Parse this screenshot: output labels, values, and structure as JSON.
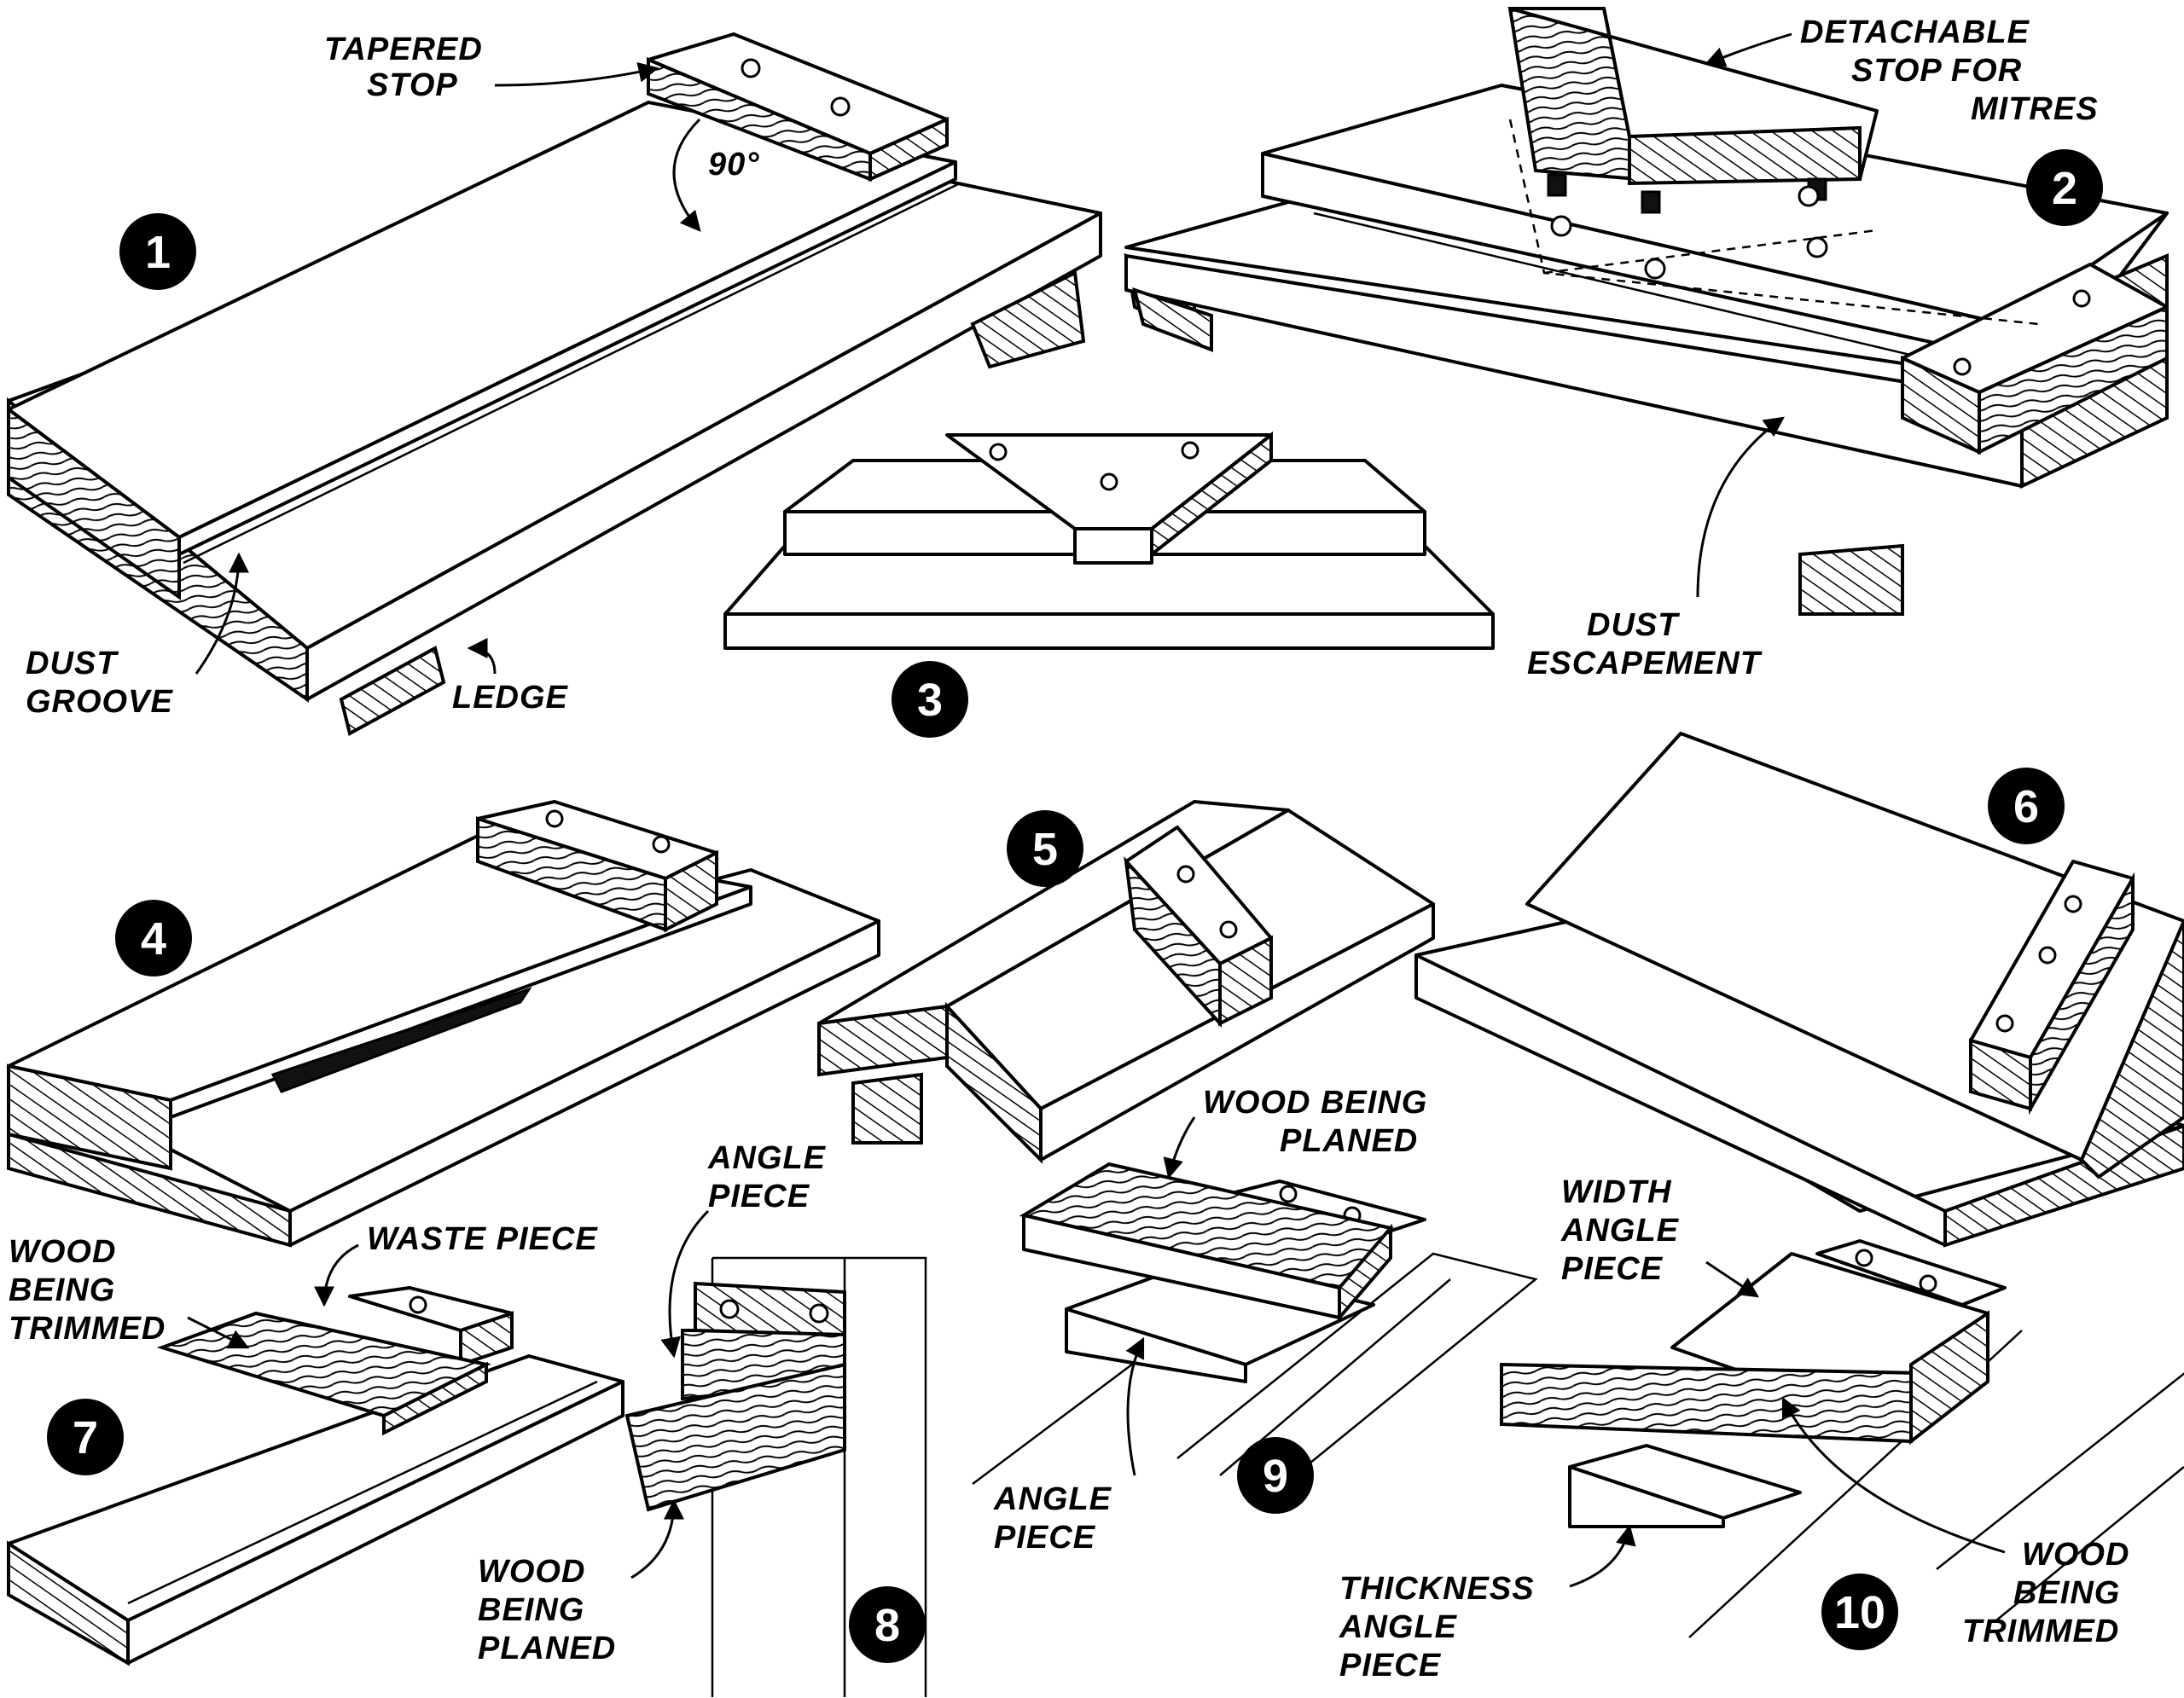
{
  "figures": [
    {
      "number": "1",
      "labels": {
        "tapered_stop": [
          "TAPERED",
          "STOP"
        ],
        "angle": "90°",
        "dust_groove": [
          "DUST",
          "GROOVE"
        ],
        "ledge": "LEDGE"
      }
    },
    {
      "number": "2",
      "labels": {
        "detachable_stop": [
          "DETACHABLE",
          "STOP FOR",
          "MITRES"
        ],
        "dust_escapement": [
          "DUST",
          "ESCAPEMENT"
        ]
      }
    },
    {
      "number": "3"
    },
    {
      "number": "4"
    },
    {
      "number": "5"
    },
    {
      "number": "6"
    },
    {
      "number": "7",
      "labels": {
        "wood_being_trimmed": [
          "WOOD",
          "BEING",
          "TRIMMED"
        ],
        "waste_piece": "WASTE PIECE"
      }
    },
    {
      "number": "8",
      "labels": {
        "angle_piece": [
          "ANGLE",
          "PIECE"
        ],
        "wood_being_planed": [
          "WOOD",
          "BEING",
          "PLANED"
        ]
      }
    },
    {
      "number": "9",
      "labels": {
        "wood_being_planed": [
          "WOOD BEING",
          "PLANED"
        ],
        "angle_piece": [
          "ANGLE",
          "PIECE"
        ]
      }
    },
    {
      "number": "10",
      "labels": {
        "width_angle_piece": [
          "WIDTH",
          "ANGLE",
          "PIECE"
        ],
        "thickness_angle_piece": [
          "THICKNESS",
          "ANGLE",
          "PIECE"
        ],
        "wood_being_trimmed": [
          "WOOD",
          "BEING",
          "TRIMMED"
        ]
      }
    }
  ]
}
